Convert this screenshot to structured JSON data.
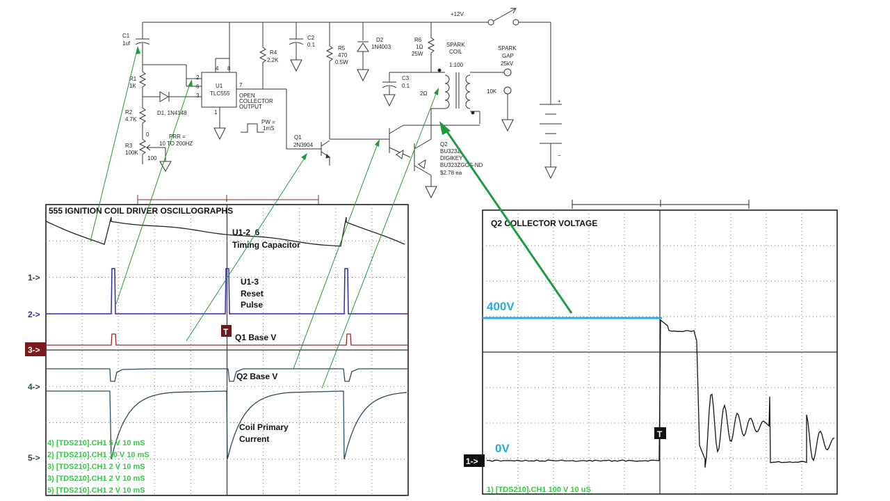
{
  "schematic": {
    "supply": "+12V",
    "c1": {
      "name": "C1",
      "value": "1uf"
    },
    "r1": {
      "name": "R1",
      "value": "1K"
    },
    "r2": {
      "name": "R2",
      "value": "4.7K"
    },
    "r3": {
      "name": "R3",
      "value": "100K"
    },
    "r3_min": "0",
    "r3_max": "100",
    "d1": "D1, 1N4148",
    "prr": "PRR =",
    "prr_range": "10 TO 200HZ",
    "u1_name": "U1",
    "u1_part": "TLC555",
    "pins": [
      "2",
      "6",
      "3",
      "4",
      "8",
      "7",
      "1"
    ],
    "r4": {
      "name": "R4",
      "value": "2.2K"
    },
    "open_collector": [
      "OPEN",
      "COLLECTOR",
      "OUTPUT"
    ],
    "pw": [
      "PW =",
      "1mS"
    ],
    "c2": {
      "name": "C2",
      "value": "0.1"
    },
    "r5": {
      "name": "R5",
      "value": "470",
      "power": "0.5W"
    },
    "d2": {
      "name": "D2",
      "value": "1N4003"
    },
    "r6": {
      "name": "R6",
      "value": "1Ω",
      "power": "25W"
    },
    "q1": {
      "name": "Q1",
      "value": "2N3904"
    },
    "c3": {
      "name": "C3",
      "value": "0.1"
    },
    "spark_coil": [
      "SPARK",
      "COIL"
    ],
    "ratio": "1:100",
    "primary_r": "2Ω",
    "secondary_r": "10K",
    "spark_gap": [
      "SPARK",
      "GAP",
      "25kV"
    ],
    "q2": [
      "Q2",
      "BU323Z",
      "DIGIKEY",
      "BU323ZGOS-ND",
      "$2.78 ea"
    ],
    "batt_plus": "+",
    "batt_minus": "−"
  },
  "left_scope": {
    "title": "555 IGNITION COIL DRIVER OSCILLOGRAPHS",
    "trigger": "T",
    "channel_markers": [
      "1->",
      "2->",
      "3->",
      "4->",
      "5->"
    ],
    "trace_labels": [
      [
        "U1-2_6",
        "Timing Capacitor"
      ],
      [
        "U1-3",
        "Reset",
        "Pulse"
      ],
      [
        "Q1 Base V"
      ],
      [
        "Q2 Base V"
      ],
      [
        "Coil Primary",
        "Current"
      ]
    ],
    "status_lines": [
      "4) [TDS210].CH1  5  V   10 mS",
      "2) [TDS210].CH1  10  V   10 mS",
      "3) [TDS210].CH1  2  V   10 mS",
      "3) [TDS210].CH1  2  V   10 mS",
      "5) [TDS210].CH1  2  V   10 mS"
    ]
  },
  "right_scope": {
    "title": "Q2 COLLECTOR VOLTAGE",
    "level_high": "400V",
    "level_low": "0V",
    "trigger": "T",
    "channel_marker": "1->",
    "status_line": "1) [TDS210].CH1  100  V   10 uS"
  },
  "colors": {
    "arrow": "#1f9a3c",
    "level_line": "#29a9dd",
    "ch_blue": "#2b2bb0",
    "ch_brown": "#8b2a2a",
    "ch_teal": "#2e4a5a",
    "status_green": "#2ecc40"
  }
}
